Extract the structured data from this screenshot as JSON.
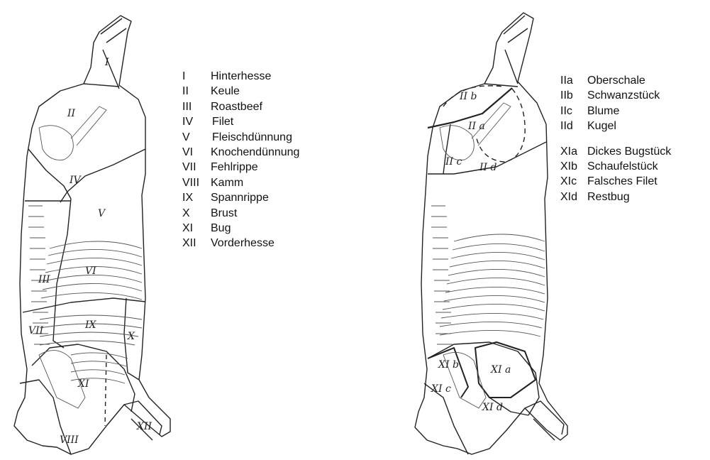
{
  "legend_left": [
    {
      "num": "I",
      "name": "Hinterhesse"
    },
    {
      "num": "II",
      "name": "Keule"
    },
    {
      "num": "III",
      "name": "Roastbeef"
    },
    {
      "num": "IV",
      "name": "Filet"
    },
    {
      "num": "V",
      "name": "Fleischdünnung"
    },
    {
      "num": "VI",
      "name": "Knochendünnung"
    },
    {
      "num": "VII",
      "name": "Fehlrippe"
    },
    {
      "num": "VIII",
      "name": "Kamm"
    },
    {
      "num": "IX",
      "name": "Spannrippe"
    },
    {
      "num": "X",
      "name": "Brust"
    },
    {
      "num": "XI",
      "name": "Bug"
    },
    {
      "num": "XII",
      "name": "Vorderhesse"
    }
  ],
  "legend_right": [
    {
      "num": "IIa",
      "name": "Oberschale"
    },
    {
      "num": "IIb",
      "name": "Schwanzstück"
    },
    {
      "num": "IIc",
      "name": "Blume"
    },
    {
      "num": "IId",
      "name": "Kugel"
    },
    {
      "num": "XIa",
      "name": "Dickes Bugstück"
    },
    {
      "num": "XIb",
      "name": "Schaufelstück"
    },
    {
      "num": "XIc",
      "name": "Falsches Filet"
    },
    {
      "num": "XId",
      "name": "Restbug"
    }
  ],
  "left_figure_labels": {
    "i": "I",
    "ii": "II",
    "iv": "IV",
    "v": "V",
    "vi": "VI",
    "vii": "VII",
    "iii": "III",
    "ix": "IX",
    "x": "X",
    "xi": "XI",
    "xii": "XII",
    "viii": "VIII"
  },
  "right_figure_labels": {
    "iib": "II b",
    "iia": "II a",
    "iic": "II c",
    "iid": "II d",
    "xib": "XI b",
    "xia": "XI a",
    "xic": "XI c",
    "xid": "XI d"
  }
}
